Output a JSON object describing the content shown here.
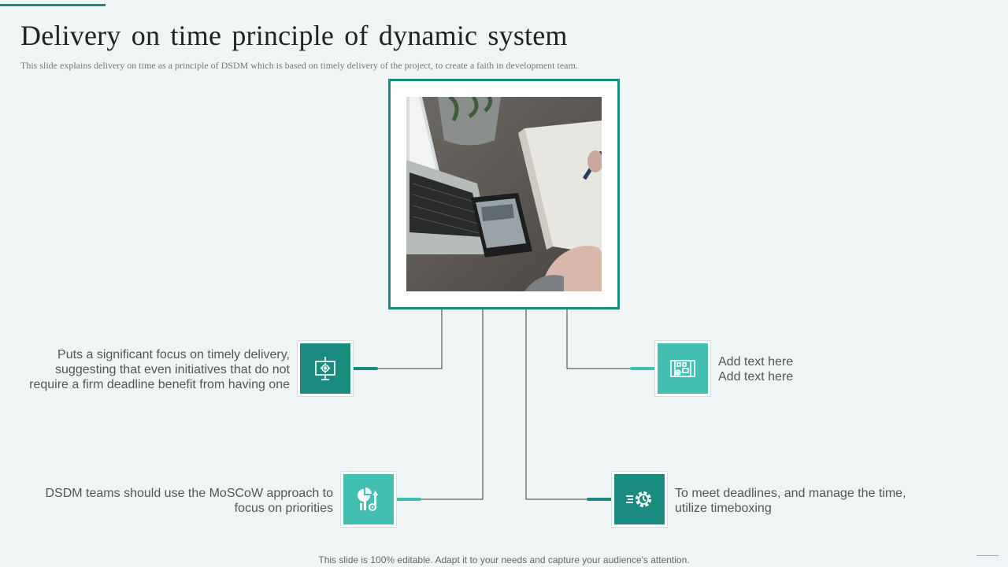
{
  "slide": {
    "title": "Delivery on time principle of dynamic system",
    "subtitle": "This slide explains delivery on time as a principle of DSDM which is based on timely delivery of the project, to create a faith in development team.",
    "footer": "This slide is 100% editable. Adapt it to your needs and capture your audience's attention."
  },
  "items": [
    {
      "icon": "presentation-gear-icon",
      "text": "Puts a significant focus on timely delivery,\nsuggesting that even initiatives that do not\nrequire a firm deadline benefit from having one"
    },
    {
      "icon": "blueprint-gear-icon",
      "text": "Add text here\nAdd text here"
    },
    {
      "icon": "chart-gear-icon",
      "text": "DSDM teams should use the MoSCoW approach to\nfocus on priorities"
    },
    {
      "icon": "fast-gear-clock-icon",
      "text": "To meet deadlines, and manage the time,\nutilize timeboxing"
    }
  ],
  "colors": {
    "dark_teal": "#1b8a7f",
    "light_teal": "#43bfaf",
    "background": "#eff5f5"
  }
}
